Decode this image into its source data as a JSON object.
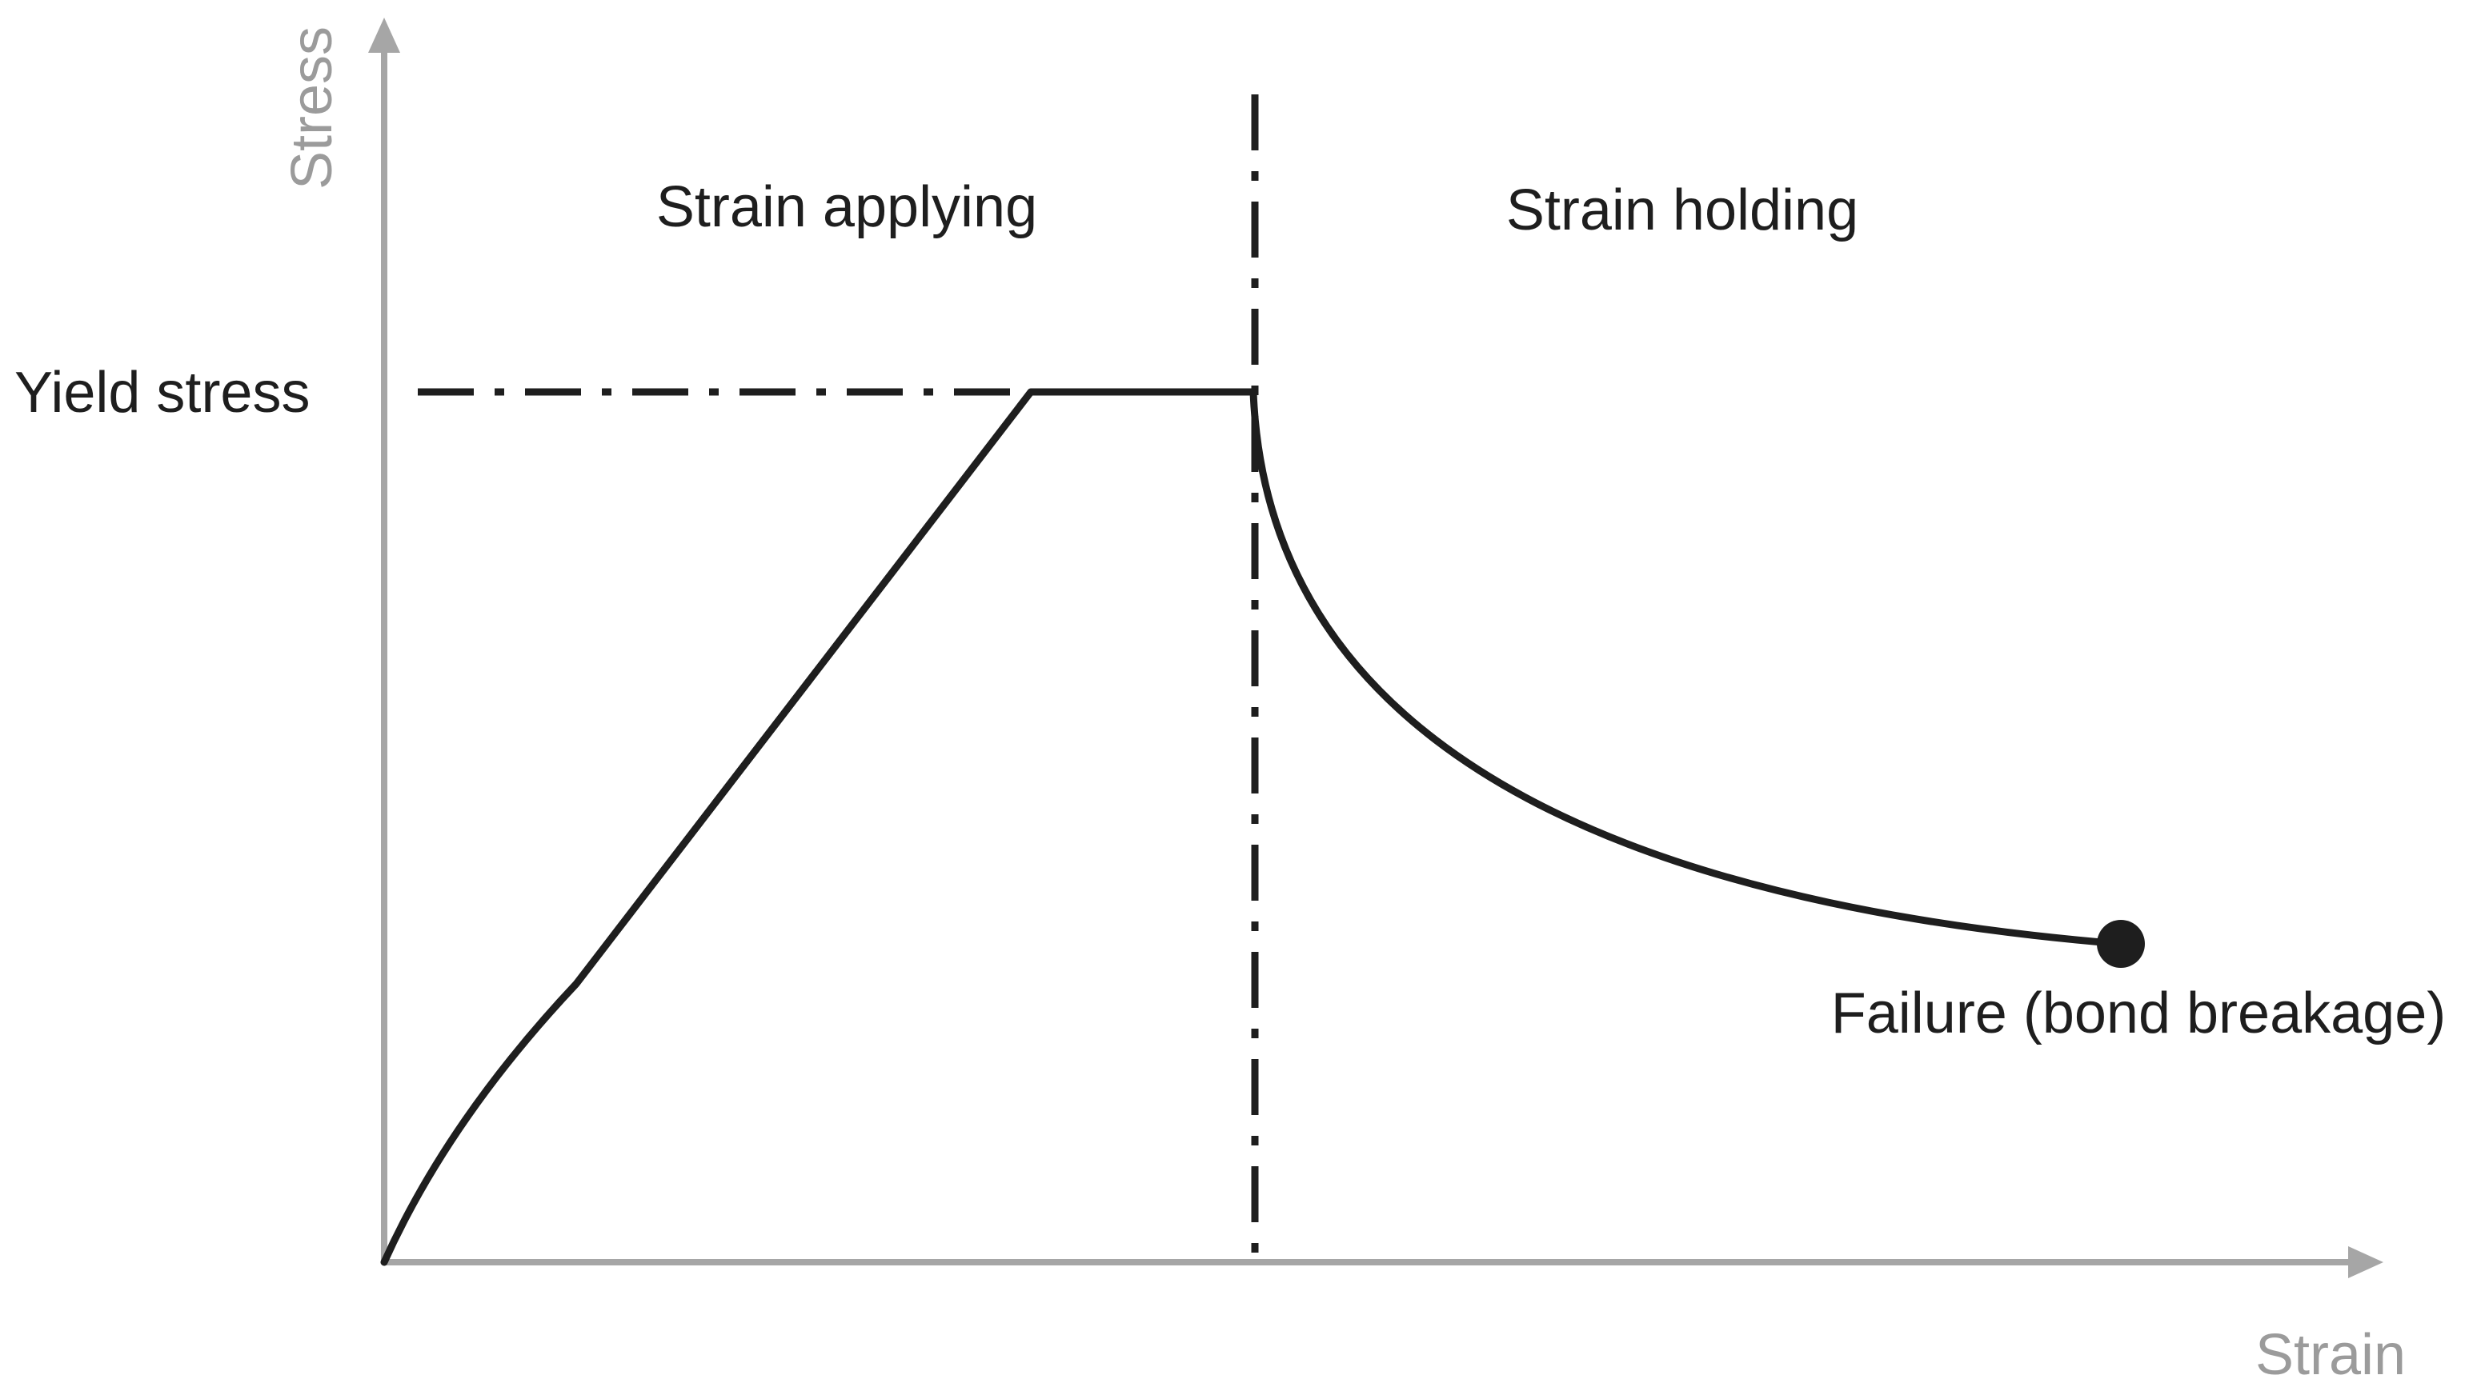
{
  "diagram": {
    "axes": {
      "y_label": "Stress",
      "x_label": "Strain",
      "color": "#a6a6a6"
    },
    "reference_line": {
      "label": "Yield stress"
    },
    "regions": {
      "left": "Strain applying",
      "right": "Strain holding"
    },
    "curve": {
      "color": "#1e1e1e"
    },
    "endpoint": {
      "label": "Failure (bond breakage)"
    }
  }
}
